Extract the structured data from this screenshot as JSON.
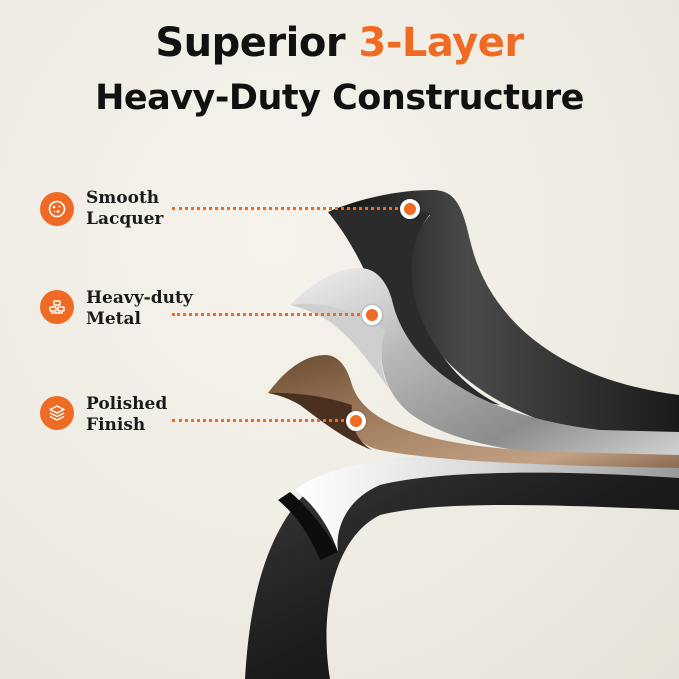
{
  "heading": {
    "line1_prefix": "Superior ",
    "line1_accent": "3-Layer",
    "line2": "Heavy-Duty Constructure"
  },
  "layers": [
    {
      "line1": "Smooth",
      "line2": "Lacquer",
      "icon": "sparkle-circle-icon"
    },
    {
      "line1": "Heavy-duty",
      "line2": "Metal",
      "icon": "metal-bars-icon"
    },
    {
      "line1": "Polished",
      "line2": "Finish",
      "icon": "layers-stack-icon"
    }
  ],
  "colors": {
    "accent": "#ef6a22",
    "text": "#111111",
    "background": "#f1eee7"
  }
}
